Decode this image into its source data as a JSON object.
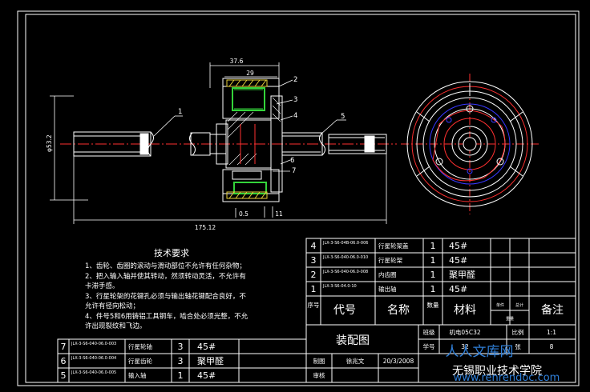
{
  "dims": {
    "d1": "37.6",
    "d2": "29",
    "dia": "φ53.2",
    "d3": "0.5",
    "d4": "11",
    "d5": "175.12"
  },
  "callouts": [
    "1",
    "2",
    "3",
    "4",
    "5",
    "6",
    "7"
  ],
  "notes": {
    "title": "技术要求",
    "lines": [
      "1、齿轮、齿圈的滚动与滑动部位不允许有任何杂物；",
      "2、把入输入轴并使其转动，然须转动灵活，不允许有",
      "    卡滞手感。",
      "3、行星轮架的花键孔必须与输出轴花键配合良好，不",
      "    允许有径向松动；",
      "4、件号5和6用铸铝工具钢车，啮合处必须光整，不允",
      "    许出现裂纹和飞边。"
    ]
  },
  "bom_main": {
    "rows": [
      {
        "no": "4",
        "code": "JLX-3-S6-04B-06.0-006",
        "name": "行星轮架盖",
        "qty": "1",
        "mat": "45#"
      },
      {
        "no": "3",
        "code": "JLX-3-S6-040-06.0-010",
        "name": "行星轮架",
        "qty": "1",
        "mat": "45#"
      },
      {
        "no": "2",
        "code": "JLX-3-S6-040-06.0-008",
        "name": "内齿圈",
        "qty": "1",
        "mat": "聚甲醛"
      },
      {
        "no": "1",
        "code": "JLX-3-S6-04.0-10",
        "name": "输出轴",
        "qty": "1",
        "mat": "45#"
      }
    ],
    "header": {
      "no": "序号",
      "code": "代号",
      "name": "名称",
      "qty": "数量",
      "mat": "材料",
      "unit_wt": "单件",
      "total_wt": "总计",
      "weight": "重量",
      "remark": "备注"
    }
  },
  "bom_left": {
    "rows": [
      {
        "no": "7",
        "code": "JLX-3-S6-040-06.0-003",
        "name": "行星轮轴",
        "qty": "3",
        "mat": "45#"
      },
      {
        "no": "6",
        "code": "JLX-3-S6-040-06.0-004",
        "name": "行星齿轮",
        "qty": "3",
        "mat": "聚甲醛"
      },
      {
        "no": "5",
        "code": "JLX-3-S6-040-06.0-005",
        "name": "输入轴",
        "qty": "1",
        "mat": "45#"
      }
    ]
  },
  "title_block": {
    "drawing_name": "装配图",
    "l1": "班级",
    "class": "机电05C32",
    "scale_lbl": "比例",
    "scale": "1:1",
    "l2": "学号",
    "sid": "32",
    "l3": "张",
    "page": "8",
    "drawn_lbl": "制图",
    "drawn_by": "徐兆文",
    "date": "20/3/2008",
    "check_lbl": "审核",
    "school": "无锡职业技术学院"
  },
  "watermark": {
    "line1": "人人文库网",
    "line2": "www.renrendoc.com"
  },
  "colors": {
    "line": "#ffffff",
    "red": "#ff3030",
    "green": "#34d43a",
    "yellow": "#e8d23a",
    "blue": "#3838ff",
    "wm": "#2f7fd8"
  }
}
